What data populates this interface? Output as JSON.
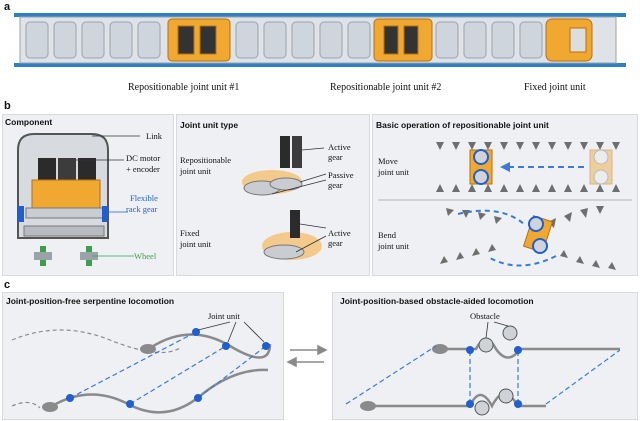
{
  "panels": {
    "a": {
      "letter": "a",
      "captions": [
        "Repositionable joint unit #1",
        "Repositionable joint unit #2",
        "Fixed joint unit"
      ]
    },
    "b": {
      "letter": "b",
      "component": {
        "title": "Component",
        "labels": [
          "Link",
          "DC motor",
          "+ encoder",
          "Flexible",
          "rack gear",
          "Wheel"
        ]
      },
      "joint_type": {
        "title": "Joint unit type",
        "labels": [
          "Repositionable",
          "joint unit",
          "Active",
          "gear",
          "Passive",
          "gear",
          "Fixed",
          "joint unit",
          "Active",
          "gear"
        ]
      },
      "operation": {
        "title": "Basic operation of repositionable joint unit",
        "labels": [
          "Move",
          "joint unit",
          "Bend",
          "joint unit"
        ]
      }
    },
    "c": {
      "letter": "c",
      "left_title": "Joint-position-free serpentine locomotion",
      "right_title": "Joint-position-based obstacle-aided locomotion",
      "joint_unit_label": "Joint unit",
      "obstacle_label": "Obstacle"
    }
  },
  "colors": {
    "orange": "#f0a830",
    "blue": "#1f5fd0",
    "dashed_blue": "#3a7bd5",
    "green": "#3aa04a",
    "gray": "#8a8a8a",
    "panel_bg": "#eef0f3"
  }
}
